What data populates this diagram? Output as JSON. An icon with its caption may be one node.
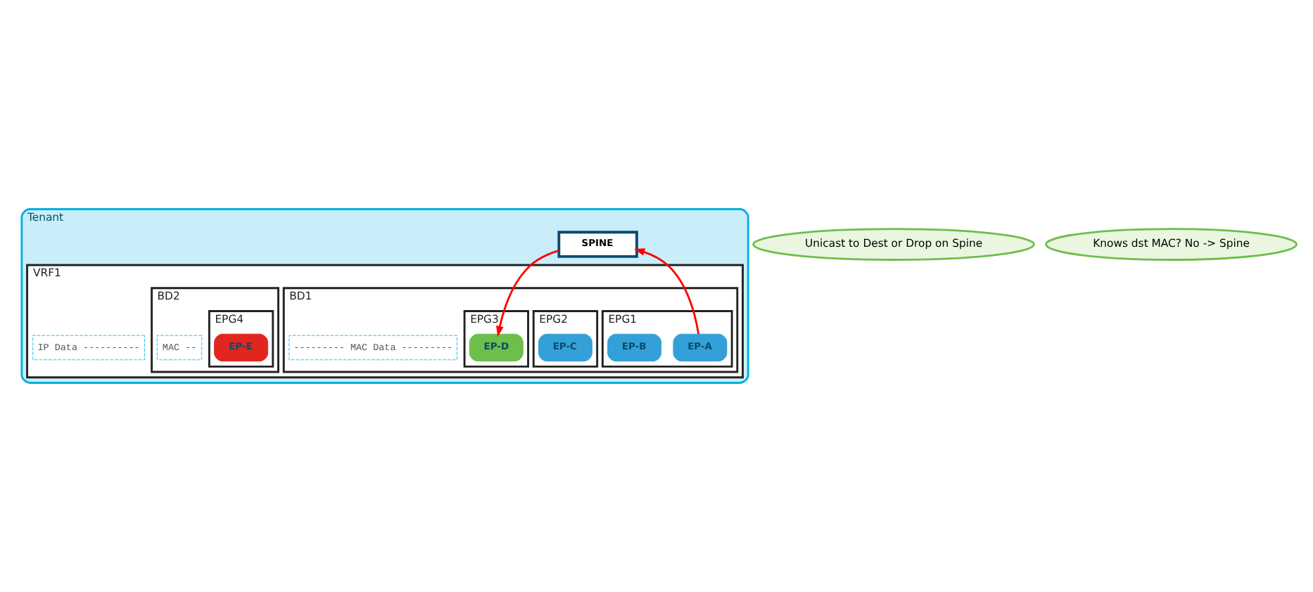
{
  "diagram": {
    "nodes": [
      {
        "text": [
          "Tenant"
        ]
      },
      {
        "text": [
          "SPINE"
        ],
        "in": 0
      },
      {
        "text": [
          "Unicast to Dest or Drop on Spine"
        ]
      },
      {
        "text": [
          "VRF1"
        ],
        "in": 0
      },
      {
        "text": [
          "Knows dst MAC? No -> Spine"
        ]
      },
      {
        "text": [
          "IP Data ----------"
        ],
        "in": 3
      },
      {
        "text": [
          "BD1"
        ],
        "in": 3
      },
      {
        "text": [
          "--------- MAC Data ---------"
        ],
        "in": 6
      },
      {
        "text": [
          "EPG1"
        ],
        "in": 6
      },
      {
        "text": [
          "EP-A"
        ],
        "in": 8
      },
      {
        "text": [
          "EP-B"
        ],
        "in": 8
      },
      {
        "text": [
          "EPG2"
        ],
        "in": 6
      },
      {
        "text": [
          "EP-C"
        ],
        "in": 11
      },
      {
        "text": [
          "EPG3"
        ],
        "in": 6
      },
      {
        "text": [
          "EP-D"
        ],
        "in": 13
      },
      {
        "text": [
          "BD2"
        ],
        "in": 3
      },
      {
        "text": [
          "MAC --"
        ],
        "in": 15
      },
      {
        "text": [
          "EPG4"
        ],
        "in": 15
      },
      {
        "text": [
          "EP-E"
        ],
        "in": 17
      }
    ],
    "edges": [
      {
        "from": 9,
        "to": 1,
        "arrow": "to",
        "color": "#ff0000"
      },
      {
        "from": 1,
        "to": 14,
        "arrow": "to",
        "color": "#ff0000"
      }
    ]
  }
}
